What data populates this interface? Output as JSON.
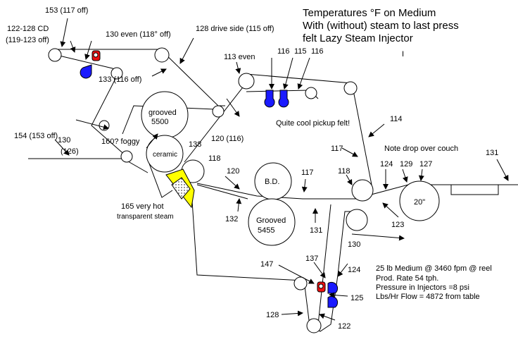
{
  "title": {
    "line1": "Temperatures °F on Medium",
    "line2": "With (without) steam to last press",
    "line3": "felt Lazy Steam Injector",
    "mark": "I"
  },
  "labels": {
    "l153": "153  (117 off)",
    "l122cd": "122-128 CD",
    "l119": "(119-123 off)",
    "l130even": "130 even (118° off)",
    "l128drive": "128 drive side (115 off)",
    "l133": "133 (116 off)",
    "l113": "113 even",
    "l116a": "116",
    "l115": "115",
    "l116b": "116",
    "l154": "154 (153 off)",
    "l130": "130",
    "l126": "(126)",
    "l160": "160? foggy",
    "l138": "138",
    "l120a": "120 (116)",
    "l118a": "118",
    "l114": "114",
    "l117a": "117",
    "l120b": "120",
    "l117b": "117",
    "l118b": "118",
    "l124a": "124",
    "l129": "129",
    "l127": "127",
    "l131a": "131",
    "l165": "165 very hot",
    "l165b": "transparent steam",
    "l132": "132",
    "l131b": "131",
    "l123": "123",
    "l130b": "130",
    "l147": "147",
    "l137": "137",
    "l124b": "124",
    "l125": "125",
    "l128b": "128",
    "l122": "122"
  },
  "rolls": {
    "grooved_top": "grooved",
    "grooved_top_num": "5500",
    "ceramic": "ceramic",
    "bd": "B.D.",
    "grooved_bottom": "Grooved",
    "grooved_bottom_num": "5455",
    "dryer": "20\""
  },
  "notes": {
    "pickup": "Quite cool pickup felt!",
    "couch": "Note drop over couch",
    "medium": "25 lb Medium @  3460 fpm @ reel",
    "rate": "Prod. Rate  54 tph.",
    "pressure": "Pressure in Injectors =8 psi",
    "flow": "Lbs/Hr Flow = 4872 from table"
  },
  "colors": {
    "injector_blue": "#1a1aff",
    "injector_red": "#ee1111",
    "steam_yellow": "#ffff00"
  }
}
